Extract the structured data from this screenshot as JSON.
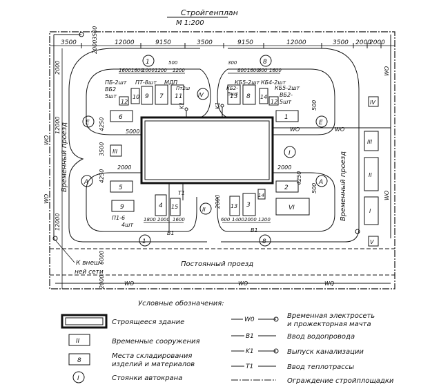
{
  "title": "Стройгенплан",
  "scale": "М 1:200",
  "dimensions": {
    "top_left": "3500",
    "top_mid1": "12000",
    "top_mid2": "9150",
    "top_mid3": "3500",
    "top_mid4": "9150",
    "top_mid5": "12000",
    "top_right1": "3500",
    "top_right2": "2000",
    "top_right3": "2000",
    "vert_top": "3500",
    "vert_top2": "2000",
    "left_2000": "2000",
    "left_12000_a": "12000",
    "left_12000_b": "12000",
    "bottom_6000": "6000",
    "bottom_2000": "2000",
    "e_4250": "4250",
    "e_5000": "5000",
    "e_3500": "3500",
    "a_4250": "4250",
    "a_2000": "2000",
    "r_4250": "4250",
    "r_2000": "2000",
    "r_500": "500",
    "r_500b": "500",
    "c_2000": "2000",
    "tl_1600a": "1600",
    "tl_1600b": "1600",
    "tl_1000": "1000",
    "tl_1200a": "1200",
    "tl_1200b": "1200",
    "tl_500": "500",
    "tr_300": "300",
    "tr_800": "800",
    "tr_1600": "1600",
    "tr_600": "600",
    "tr_1600b": "1600",
    "bl_1800": "1800",
    "bl_2000": "2000",
    "bl_1600": "1600",
    "br_600": "600",
    "br_1400": "1400",
    "br_2000": "2000",
    "br_1200": "1200"
  },
  "labels": {
    "wo_top": "WO",
    "wo_left1": "WO",
    "wo_left2": "WO",
    "wo_right1": "WO",
    "wo_right2": "WO",
    "wo_mid": "WO",
    "wo_bottom1": "WO",
    "wo_bottom2": "WO",
    "wo_bottom3": "WQ",
    "k1_a": "K1",
    "k1_b": "K1",
    "b1_a": "B1",
    "b1_b": "B1",
    "t1": "T1",
    "temp_road_left": "Временный проезд",
    "temp_road_right": "Временный проезд",
    "perm_road": "Постоянный проезд",
    "ext_net": "К внеш-",
    "ext_net2": "ней сети",
    "pb": "ПБ-2шт",
    "pt": "ПТ-8шт",
    "mdp": "МДП",
    "ptn": "Пт2ш",
    "vbz": "ВБ2",
    "vbz_n": "5шт",
    "kb5_a": "КБ5-2шт",
    "kb2": "КБ2-",
    "kb2_n": "5шт",
    "kb4": "КБ4-2шт",
    "kb5_b": "КБ5-2шт",
    "vb2_r": "ВБ2-",
    "vb2_r_n": "5шт",
    "p16": "П1-6",
    "p16_n": "4шт"
  },
  "zones": {
    "z12": "12",
    "z9": "9",
    "z10": "10",
    "z7": "7",
    "z11": "11",
    "z13": "13",
    "z8a": "8",
    "z14": "14",
    "z12b": "12",
    "z6": "6",
    "z1": "1",
    "z5": "5",
    "z2": "2",
    "z9b": "9",
    "z4": "4",
    "z15": "15",
    "z13b": "13",
    "z3": "3",
    "z14b": "14",
    "zIV_r": "IV",
    "zIII_r": "III",
    "zII_r": "II",
    "zI_r": "I",
    "zV_r": "V",
    "zVI": "VI",
    "zIII_l": "III"
  },
  "cranes": {
    "c_E_l": "E",
    "c_E_r": "E",
    "c_A_l": "A",
    "c_A_r": "A",
    "c_1_top": "1",
    "c_8_top": "8",
    "c_IV": "IV",
    "c_I": "I",
    "c_II": "II",
    "c_1_bot": "1",
    "c_8_bot": "8"
  },
  "legend": {
    "heading": "Условные обозначения:",
    "building": "Строящееся здание",
    "temp_structures": "Временные сооружения",
    "temp_sym": "II",
    "storage": "Места складирования",
    "storage2": "изделий и материалов",
    "storage_sym": "8",
    "crane": "Стоянки автокрана",
    "crane_sym": "I",
    "power": "Временная электросеть",
    "power2": "и прожекторная мачта",
    "power_sym": "W0",
    "water": "Ввод водопровода",
    "water_sym": "B1",
    "sewer": "Выпуск канализации",
    "sewer_sym": "K1",
    "heat": "Ввод теплотрассы",
    "heat_sym": "T1",
    "fence": "Ограждение стройплощадки"
  }
}
